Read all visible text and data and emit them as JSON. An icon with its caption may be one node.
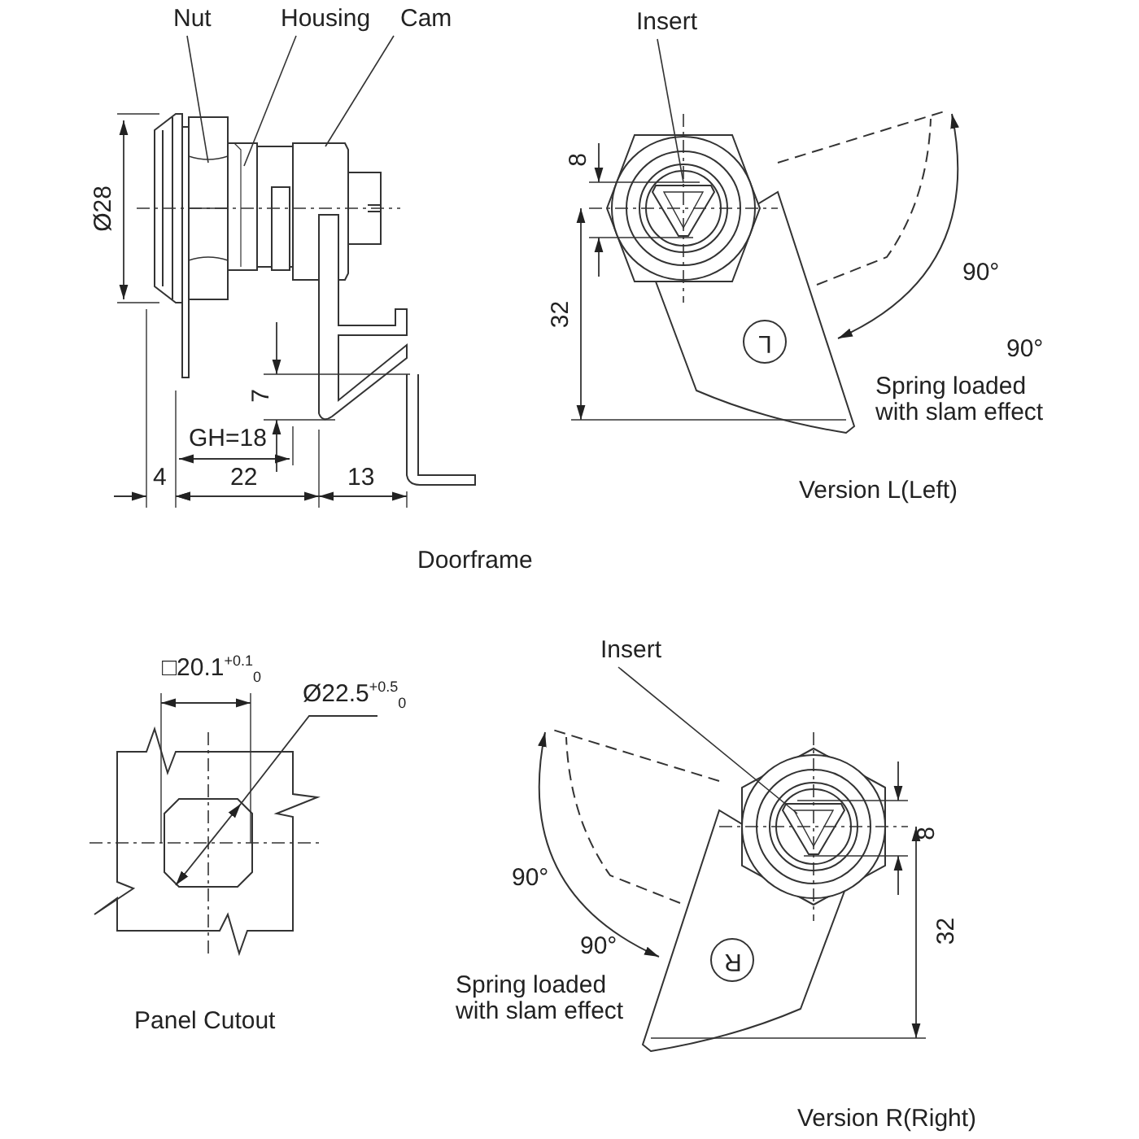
{
  "diagram": {
    "nodes": [
      {
        "text": [
          "Nut"
        ]
      },
      {
        "text": [
          "Housing"
        ]
      },
      {
        "text": [
          "Cam"
        ]
      },
      {
        "text": [
          "Insert"
        ]
      },
      {
        "text": [
          "Insert"
        ]
      },
      {
        "text": [],
        "shape": "picture"
      },
      {
        "text": [],
        "shape": "picture"
      },
      {
        "text": [],
        "shape": "picture"
      },
      {
        "text": [],
        "shape": "picture"
      },
      {
        "text": [],
        "shape": "picture"
      }
    ],
    "edges": [
      {
        "from": 0,
        "to": 5,
        "arrow": "none"
      },
      {
        "from": 1,
        "to": 6,
        "arrow": "none"
      },
      {
        "from": 2,
        "to": 7,
        "arrow": "none"
      },
      {
        "from": 3,
        "to": 8,
        "arrow": "none"
      },
      {
        "from": 4,
        "to": 9,
        "arrow": "none"
      }
    ],
    "labels": [
      "Ø28",
      "7",
      "GH=18",
      "4",
      "22",
      "13",
      "Doorframe",
      "8",
      "32",
      "90°",
      "90°",
      "Spring loaded with slam effect",
      "Version L(Left)",
      "L",
      "□20.1$^{+0.1}$$_{0}$",
      "Ø22.5$^{+0.5}$$_{0}$",
      "Panel Cutout",
      "8",
      "90°",
      "90°",
      "Spring loaded with slam effect",
      "32",
      "R",
      "Version R(Right)"
    ]
  }
}
